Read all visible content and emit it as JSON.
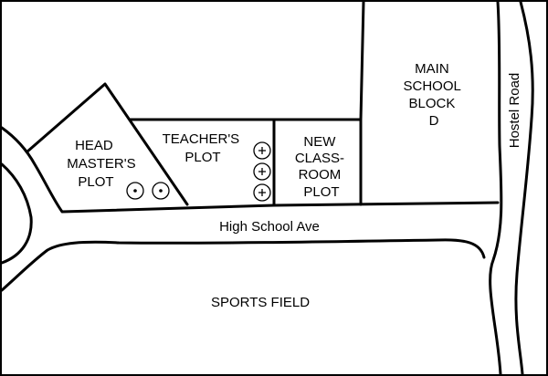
{
  "map": {
    "roads": {
      "avenue": "High School Ave",
      "side_road": "Hostel Road"
    },
    "areas": {
      "head_master_plot": [
        "HEAD",
        "MASTER'S",
        "PLOT"
      ],
      "teacher_plot": [
        "TEACHER'S",
        "PLOT"
      ],
      "new_classroom_plot": [
        "NEW",
        "CLASS-",
        "ROOM",
        "PLOT"
      ],
      "main_school_block": [
        "MAIN",
        "SCHOOL",
        "BLOCK",
        "D"
      ],
      "sports_field": "SPORTS FIELD"
    },
    "symbols": {
      "dot_marker_count": 2,
      "plus_marker_count": 3
    }
  }
}
